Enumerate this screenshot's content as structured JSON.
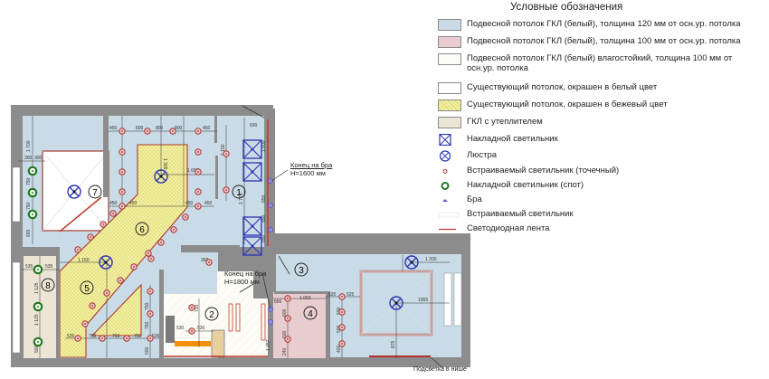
{
  "legend": {
    "title": "Условные обозначения",
    "items": [
      {
        "symbol": "swatch-light-blue",
        "color": "#c9dbe6",
        "label": "Подвесной потолок ГКЛ (белый), толщина 120 мм от осн.ур. потолка"
      },
      {
        "symbol": "swatch-pink",
        "color": "#e8cccf",
        "label": "Подвесной потолок ГКЛ (белый), толщина 100 мм от осн.ур. потолка"
      },
      {
        "symbol": "swatch-offwhite",
        "color": "#fbfaf4",
        "label": "Подвесной потолок ГКЛ (белый) влагостойкий, толщина 100 мм от осн.ур. потолка"
      },
      {
        "symbol": "swatch-white",
        "color": "#ffffff",
        "label": "Существующий потолок, окрашен в белый цвет"
      },
      {
        "symbol": "swatch-beige-hatch",
        "color": "#f2f0a0",
        "label": "Существующий потолок, окрашен в бежевый цвет"
      },
      {
        "symbol": "swatch-beige",
        "color": "#ece4d4",
        "label": "ГКЛ с утеплителем"
      },
      {
        "symbol": "surface-light-icon",
        "color": "#2b35b5",
        "label": "Накладной светильник"
      },
      {
        "symbol": "chandelier-icon",
        "color": "#2b35b5",
        "label": "Люстра"
      },
      {
        "symbol": "recessed-spot-icon",
        "color": "#b03030",
        "label": "Встраиваемый светильник (точечный)"
      },
      {
        "symbol": "surface-spot-icon",
        "color": "#1f7a1f",
        "label": "Накладной светильник (спот)"
      },
      {
        "symbol": "sconce-icon",
        "color": "#5a5ad0",
        "label": "Бра"
      },
      {
        "symbol": "recessed-light-icon",
        "color": "#dddddd",
        "label": "Встраиваемый светильник"
      },
      {
        "symbol": "led-strip-icon",
        "color": "#c0392b",
        "label": "Светодиодная лента"
      }
    ]
  },
  "plan": {
    "rooms": [
      {
        "number": "1"
      },
      {
        "number": "2"
      },
      {
        "number": "3"
      },
      {
        "number": "4"
      },
      {
        "number": "5"
      },
      {
        "number": "6"
      },
      {
        "number": "7"
      },
      {
        "number": "8"
      }
    ],
    "annotations": {
      "sconce_end_1_line1": "Конец на бра",
      "sconce_end_1_line2": "H=1600 мм",
      "sconce_end_2_line1": "Конец на бра",
      "sconce_end_2_line2": "H=1800 мм",
      "niche_light": "Подсветка в нише"
    },
    "dimensions": {
      "room7_top": "1 700",
      "room7_a": "300",
      "room7_b": "300",
      "room7_s1": "750",
      "room7_s2": "750",
      "room7_bottom": "665",
      "hall_475a": "475",
      "hall_450a": "450",
      "hall_800a": "800",
      "hall_800b": "800",
      "hall_800c": "800",
      "hall_475b": "475",
      "hall_450b": "450",
      "hall_750a": "750",
      "hall_750b": "750",
      "hall_750c": "750",
      "hall_750d": "750",
      "hall_750e": "750",
      "hall_750f": "750",
      "hall_1365": "1 365",
      "hall_1650": "1 650",
      "hall_450c": "450",
      "hall_450d": "450",
      "hall_450e": "450",
      "hall_450f": "450",
      "r1_455": "455",
      "r1_300": "300",
      "r1_1150": "1 150",
      "r1_450": "450",
      "r1_1200": "1 200",
      "r1_630": "630",
      "r1_1800": "1 800",
      "r1_1773": "1 773",
      "r1_650": "650",
      "r1_850a": "850",
      "r1_850b": "850",
      "r1_850c": "850",
      "r1_650b": "650",
      "r1_diag_a": "750",
      "r1_diag_b": "750",
      "r1_diag_c": "750",
      "r1_diag_d": "750",
      "r5_1150": "1 150",
      "r5_diag_a": "750",
      "r5_diag_b": "750",
      "r5_diag_c": "750",
      "r5_diag_d": "750",
      "r5_830": "830",
      "r5_535a": "535",
      "r5_750a": "750",
      "r5_750b": "750",
      "r5_750c": "750",
      "r5_535b": "535",
      "r5_v750a": "750",
      "r5_v750b": "750",
      "r5_600": "600",
      "r8_535a": "535",
      "r8_535b": "535",
      "r8_1125a": "1 125",
      "r8_1125b": "1 125",
      "r8_500": "500",
      "r2_350": "350",
      "r2_530a": "530",
      "r2_530b": "530",
      "r2_600": "600",
      "r2_700": "700",
      "r2_400": "400",
      "r2_500": "500",
      "r2_1257": "1 257",
      "r2_595": "595",
      "r4_650": "650",
      "r4_1050": "1 050",
      "r4_600a": "600",
      "r4_600b": "600",
      "r4_240": "240",
      "r3_525a": "525",
      "r3_525b": "525",
      "r3_500a": "500",
      "r3_500b": "500",
      "r3_500c": "500",
      "r3_400": "400",
      "r3_235": "235",
      "r3_1200": "1 200",
      "r3_1955": "1955",
      "r3_875": "875"
    }
  }
}
